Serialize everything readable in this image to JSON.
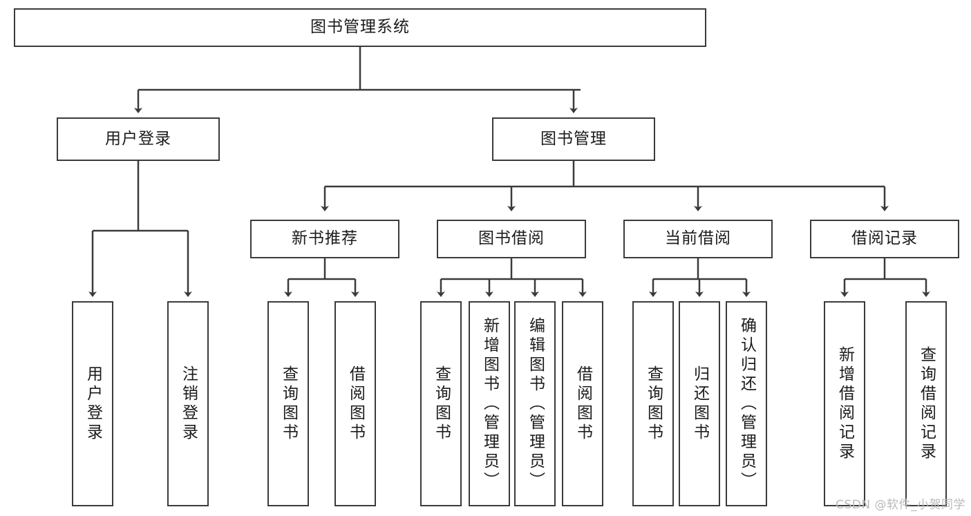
{
  "diagram": {
    "title": "图书管理系统",
    "type": "hierarchy-tree",
    "watermark": "CSDN @软件_小贺同学",
    "colors": {
      "stroke": "#3a3a3a",
      "fill": "#ffffff",
      "text": "#1b1b1b",
      "watermark": "#b9b9b9"
    },
    "root": {
      "label": "图书管理系统"
    },
    "level2": [
      {
        "label": "用户登录"
      },
      {
        "label": "图书管理"
      }
    ],
    "level3": [
      {
        "label": "新书推荐"
      },
      {
        "label": "图书借阅"
      },
      {
        "label": "当前借阅"
      },
      {
        "label": "借阅记录"
      }
    ],
    "leaves": {
      "user_login": [
        {
          "label": "用户登录"
        },
        {
          "label": "注销登录"
        }
      ],
      "new_book_recommend": [
        {
          "label": "查询图书"
        },
        {
          "label": "借阅图书"
        }
      ],
      "book_borrow": [
        {
          "label": "查询图书"
        },
        {
          "label": "新增图书（管理员）"
        },
        {
          "label": "编辑图书（管理员）"
        },
        {
          "label": "借阅图书"
        }
      ],
      "current_borrow": [
        {
          "label": "查询图书"
        },
        {
          "label": "归还图书"
        },
        {
          "label": "确认归还（管理员）"
        }
      ],
      "borrow_record": [
        {
          "label": "新增借阅记录"
        },
        {
          "label": "查询借阅记录"
        }
      ]
    }
  }
}
